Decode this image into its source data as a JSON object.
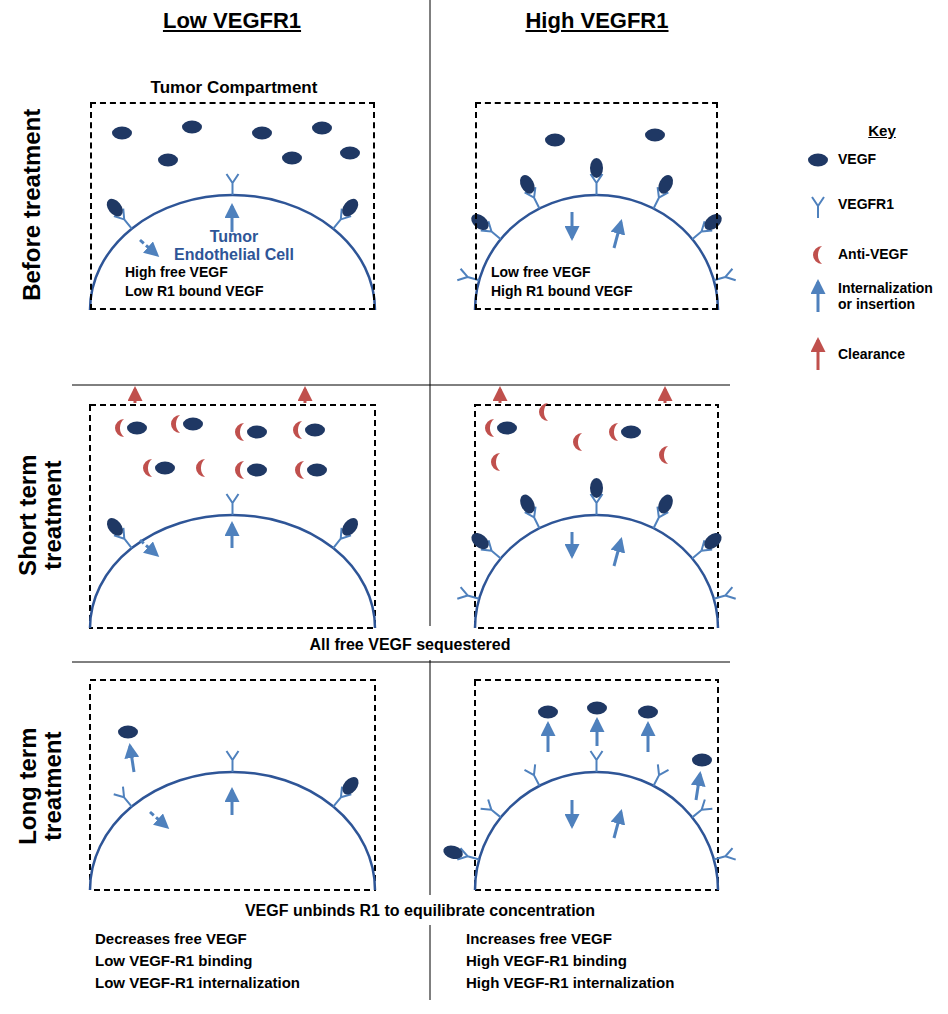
{
  "diagram": {
    "nodes": [
      {
        "text": [
          "Tumor Compartment",
          "Tumor Endothelial Cell",
          "High free VEGF",
          "Low R1 bound VEGF"
        ]
      },
      {
        "text": [
          "Low free VEGF",
          "High R1 bound VEGF"
        ]
      }
    ],
    "labels": [
      "Low VEGFR1",
      "High VEGFR1",
      "Before treatment",
      "Short term treatment",
      "Long term treatment",
      "Key",
      "All free VEGF sequestered",
      "VEGF unbinds R1 to equilibrate concentration",
      "Decreases free VEGF",
      "Low VEGF-R1 binding",
      "Low VEGF-R1 internalization",
      "Increases free VEGF",
      "High VEGF-R1 binding",
      "High VEGF-R1 internalization"
    ],
    "legend": [
      {
        "text": "VEGF"
      },
      {
        "text": "VEGFR1"
      },
      {
        "text": "Anti-VEGF"
      },
      {
        "text": "Internalization or insertion"
      },
      {
        "text": "Clearance"
      }
    ]
  }
}
